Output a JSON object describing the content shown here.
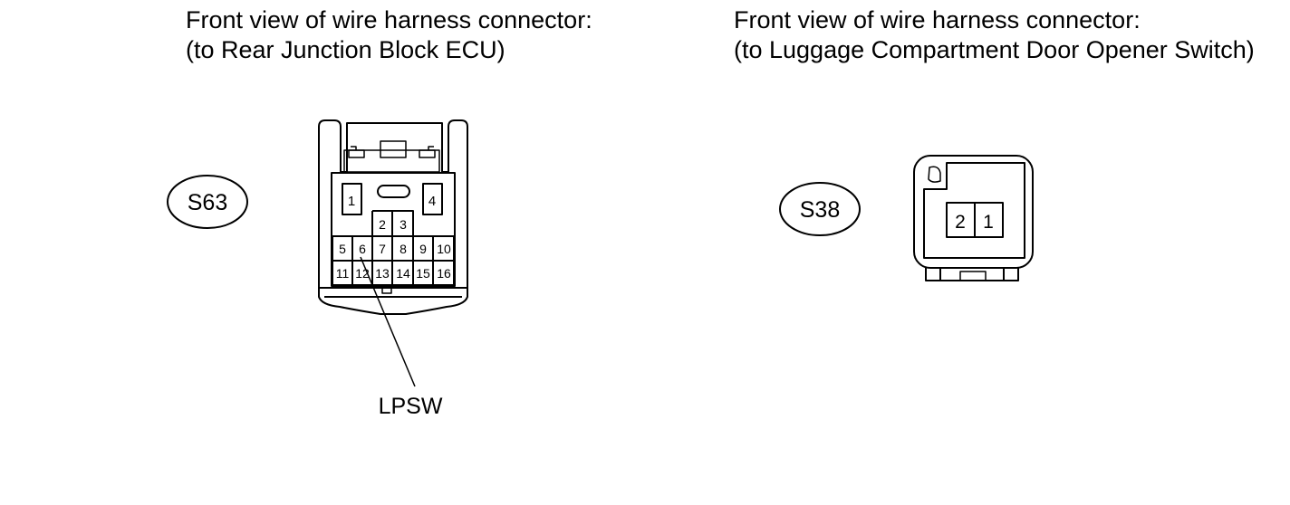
{
  "left_connector": {
    "caption_line1": "Front view of wire harness connector:",
    "caption_line2": "(to Rear Junction Block ECU)",
    "code": "S63",
    "pins": {
      "p1": "1",
      "p2": "2",
      "p3": "3",
      "p4": "4",
      "p5": "5",
      "p6": "6",
      "p7": "7",
      "p8": "8",
      "p9": "9",
      "p10": "10",
      "p11": "11",
      "p12": "12",
      "p13": "13",
      "p14": "14",
      "p15": "15",
      "p16": "16"
    },
    "callout_label": "LPSW"
  },
  "right_connector": {
    "caption_line1": "Front view of wire harness connector:",
    "caption_line2": "(to Luggage Compartment Door Opener Switch)",
    "code": "S38",
    "pins": {
      "p1": "1",
      "p2": "2"
    }
  }
}
